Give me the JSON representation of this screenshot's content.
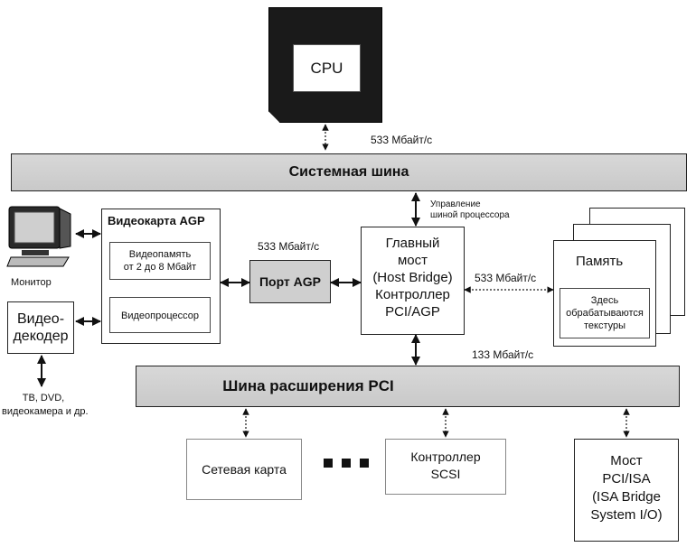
{
  "cpu": {
    "label": "CPU"
  },
  "system_bus": {
    "label": "Системная шина",
    "rate": "533 Мбайт/с"
  },
  "bus_control_note": {
    "line1": "Управление",
    "line2": "шиной процессора"
  },
  "monitor": {
    "label": "Монитор"
  },
  "video_decoder": {
    "line1": "Видео-",
    "line2": "декодер"
  },
  "video_sources": {
    "line1": "ТВ, DVD,",
    "line2": "видеокамера и др."
  },
  "agp_card": {
    "title": "Видеокарта AGP",
    "memory_line1": "Видеопамять",
    "memory_line2": "от 2 до 8 Мбайт",
    "processor": "Видеопроцессор"
  },
  "agp_port": {
    "label": "Порт AGP",
    "rate": "533 Мбайт/с"
  },
  "host_bridge": {
    "line1": "Главный",
    "line2": "мост",
    "line3": "(Host Bridge)",
    "line4": "Контроллер",
    "line5": "PCI/AGP"
  },
  "memory": {
    "title": "Память",
    "rate": "533 Мбайт/с",
    "note_line1": "Здесь",
    "note_line2": "обрабатываются",
    "note_line3": "текстуры"
  },
  "pci_bus": {
    "label": "Шина расширения PCI",
    "rate": "133 Мбайт/с"
  },
  "network_card": {
    "label": "Сетевая карта"
  },
  "scsi": {
    "line1": "Контроллер",
    "line2": "SCSI"
  },
  "pci_isa_bridge": {
    "line1": "Мост",
    "line2": "PCI/ISA",
    "line3": "(ISA Bridge",
    "line4": "System I/O)"
  }
}
